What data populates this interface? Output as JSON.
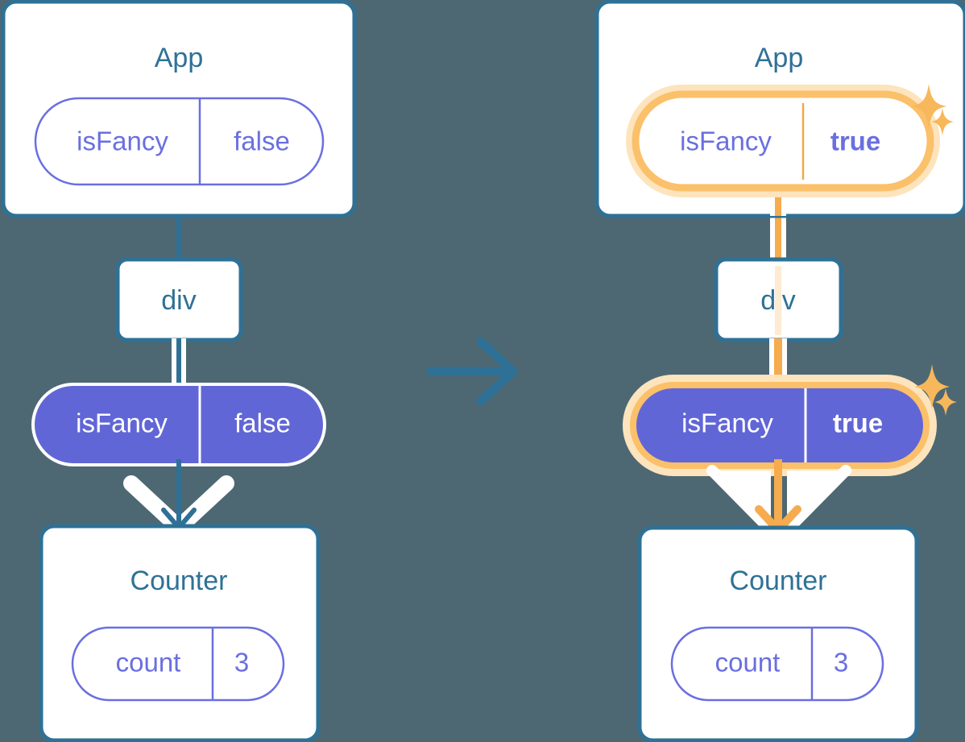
{
  "diagram": {
    "background_color": "#4d6872",
    "palette": {
      "box_border": "#2f7196",
      "box_fill": "#ffffff",
      "title_text": "#2f7196",
      "purple_fill": "#6166d6",
      "purple_line": "#6a6fe0",
      "white": "#ffffff",
      "highlight": "#f5ab4e",
      "highlight_ring": "#fbc06a",
      "highlight_glow": "#fde4bd",
      "arrow_blue": "#2f7196"
    },
    "transition_arrow": {
      "icon": "arrow-right-icon",
      "color": "#2f7196"
    },
    "panels": [
      {
        "id": "before",
        "highlighted": false,
        "app": {
          "title": "App",
          "state": {
            "key": "isFancy",
            "value": "false",
            "style": "outline",
            "bold_value": false,
            "highlighted": false
          }
        },
        "div": {
          "title": "div"
        },
        "prop": {
          "key": "isFancy",
          "value": "false",
          "style": "filled",
          "bold_value": false,
          "highlighted": false
        },
        "counter": {
          "title": "Counter",
          "state": {
            "key": "count",
            "value": "3",
            "style": "outline",
            "bold_value": false,
            "highlighted": false
          }
        },
        "connectors_color": "#2f7196"
      },
      {
        "id": "after",
        "highlighted": true,
        "app": {
          "title": "App",
          "state": {
            "key": "isFancy",
            "value": "true",
            "style": "outline",
            "bold_value": true,
            "highlighted": true
          }
        },
        "div": {
          "title": "div"
        },
        "prop": {
          "key": "isFancy",
          "value": "true",
          "style": "filled",
          "bold_value": true,
          "highlighted": true
        },
        "counter": {
          "title": "Counter",
          "state": {
            "key": "count",
            "value": "3",
            "style": "outline",
            "bold_value": false,
            "highlighted": false
          }
        },
        "connectors_color": "#f5ab4e",
        "sparkles": [
          {
            "name": "sparkle-large-icon",
            "size": "large"
          },
          {
            "name": "sparkle-small-icon",
            "size": "small"
          }
        ]
      }
    ]
  }
}
